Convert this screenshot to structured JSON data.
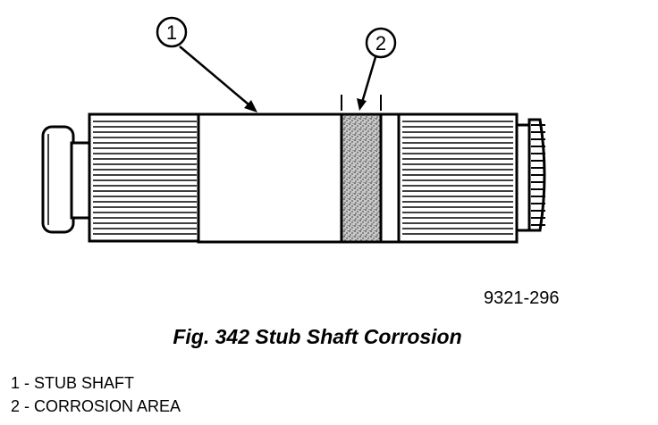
{
  "figure": {
    "callouts": [
      {
        "number": "1"
      },
      {
        "number": "2"
      }
    ],
    "drawing_code": "9321-296",
    "caption": "Fig. 342 Stub Shaft Corrosion",
    "legend": [
      "1 - STUB SHAFT",
      "2 - CORROSION AREA"
    ]
  }
}
